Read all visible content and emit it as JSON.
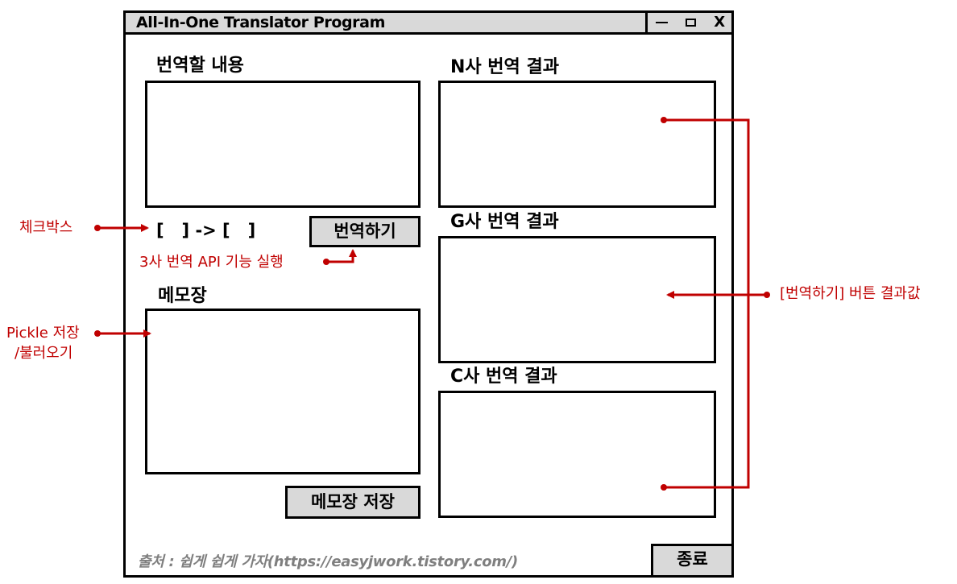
{
  "window": {
    "title": "All-In-One Translator Program",
    "controls": {
      "close": "X"
    }
  },
  "left": {
    "input_label": "번역할 내용",
    "input_value": "",
    "lang_selector": "[   ] -> [   ]",
    "translate_button": "번역하기",
    "memo_label": "메모장",
    "memo_value": "",
    "memo_save_button": "메모장 저장"
  },
  "right": {
    "results": [
      {
        "label": "N사 번역 결과",
        "value": ""
      },
      {
        "label": "G사 번역 결과",
        "value": ""
      },
      {
        "label": "C사 번역 결과",
        "value": ""
      }
    ]
  },
  "footer": {
    "source": "출처 : 쉽게 쉽게 가자(https://easyjwork.tistory.com/)",
    "exit_button": "종료"
  },
  "annotations": {
    "checkbox": "체크박스",
    "api": "3사 번역 API 기능 실행",
    "pickle_line1": "Pickle 저장",
    "pickle_line2": "/불러오기",
    "result": "[번역하기] 버튼 결과값",
    "color": "#c00000"
  }
}
